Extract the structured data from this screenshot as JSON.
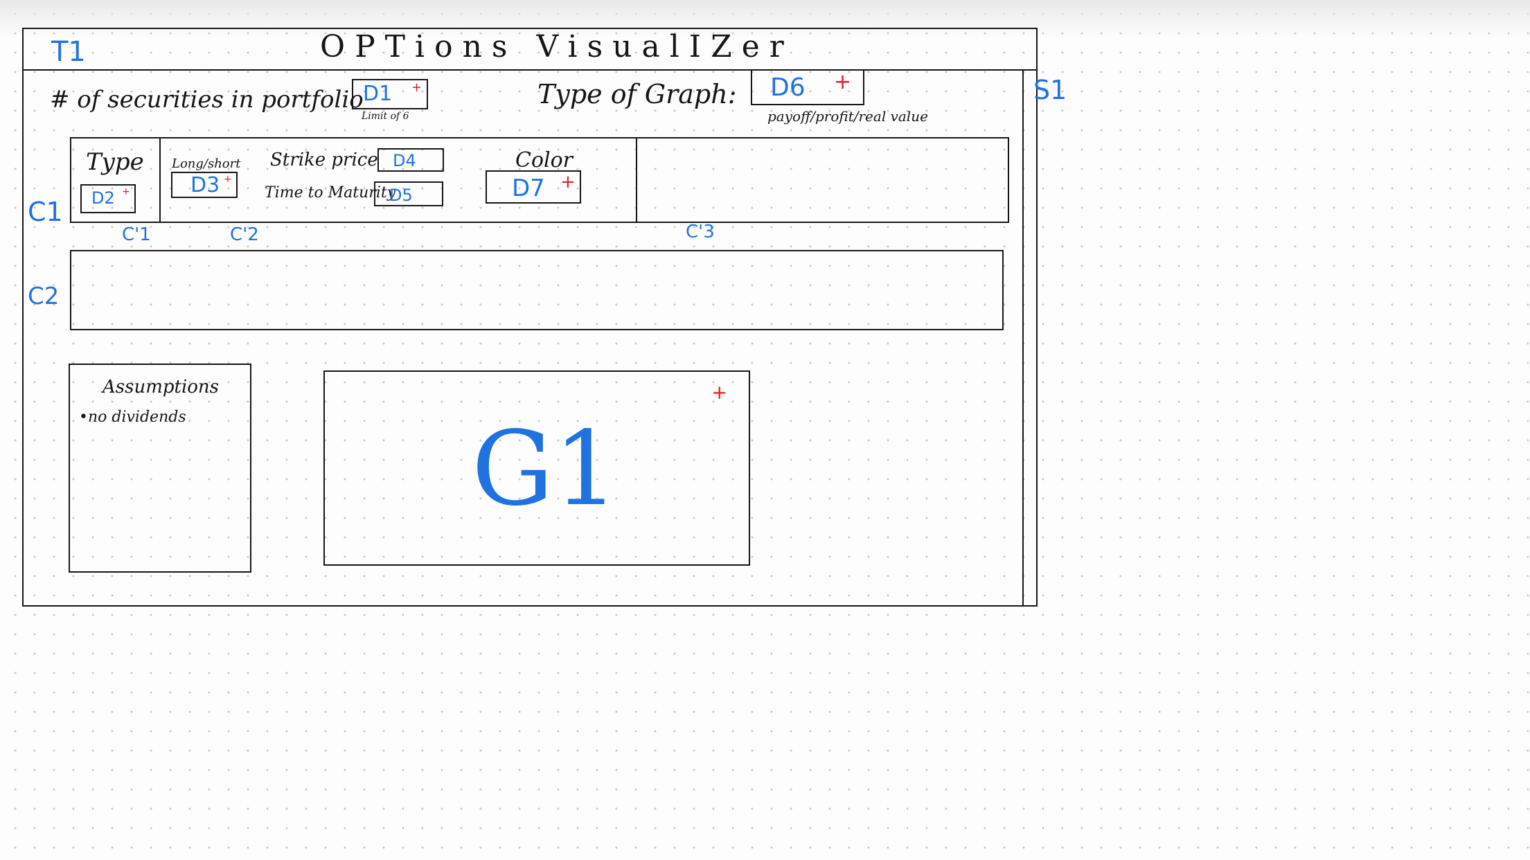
{
  "window": {
    "id_label": "T1",
    "title": "OPTions VisualIZer",
    "side_tag": "S1"
  },
  "header": {
    "securities_label": "# of securities in portfolio",
    "securities_dropdown": "D1",
    "securities_note": "Limit of 6",
    "graph_type_label": "Type of Graph:",
    "graph_type_dropdown": "D6",
    "graph_type_note": "payoff/profit/real value"
  },
  "row1": {
    "tag": "C1",
    "cells": [
      "C'1",
      "C'2",
      "C'3"
    ],
    "type_label": "Type",
    "type_dropdown": "D2",
    "long_short_label": "Long/short",
    "long_short_dropdown": "D3",
    "strike_label": "Strike price",
    "strike_input": "D4",
    "maturity_label": "Time to Maturity",
    "maturity_input": "D5",
    "color_label": "Color",
    "color_dropdown": "D7"
  },
  "row2": {
    "tag": "C2"
  },
  "assumptions": {
    "title": "Assumptions",
    "items": [
      "•no dividends"
    ]
  },
  "graph": {
    "label": "G1"
  },
  "plus_glyph": "+",
  "colors": {
    "ink": "#151515",
    "annotation": "#1e73e0",
    "marker": "#e02020"
  }
}
